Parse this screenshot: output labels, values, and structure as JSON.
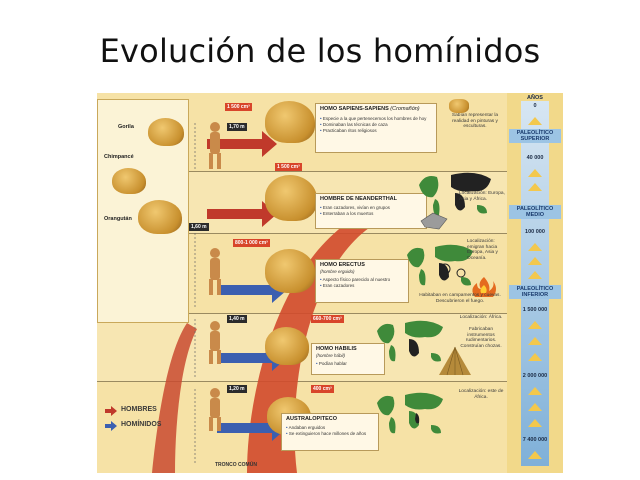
{
  "title": "Evolución de los homínidos",
  "apes": {
    "gorila": "Gorila",
    "chimpance": "Chimpancé",
    "orangutan": "Orangután"
  },
  "scale": {
    "header": "AÑOS",
    "zero": "0",
    "periods": [
      "PALEOLÍTICO SUPERIOR",
      "PALEOLÍTICO MEDIO",
      "PALEOLÍTICO INFERIOR"
    ],
    "ticks": [
      "40 000",
      "100 000",
      "1 500 000",
      "2 000 000",
      "7 400 000"
    ]
  },
  "species": [
    {
      "name": "HOMO SAPIENS-SAPIENS",
      "sub": "(Cromañón)",
      "cc": "1 500 cm³",
      "height": "1,70 m",
      "bullets": [
        "Especie a la que pertenecemos los hombres de hoy",
        "Dominaban las técnicas de caza",
        "Practicaban ritos religiosos"
      ],
      "note": "Sabían representar la realidad en pinturas y esculturas."
    },
    {
      "name": "HOMBRE DE NEANDERTHAL",
      "sub": "",
      "cc": "1 500 cm³",
      "height": "",
      "bullets": [
        "Eran cazadores, vivían en grupos",
        "Enterraban a los muertos"
      ],
      "loc": "Localización: Europa, Asia y África."
    },
    {
      "name": "HOMO ERECTUS",
      "sub": "(hombre erguido)",
      "cc": "800-1 000 cm³",
      "height": "1,60 m",
      "bullets": [
        "Aspecto físico parecido al nuestro",
        "Eran cazadores"
      ],
      "loc": "Localización: emigran hacia Europa, Asia y Oceanía.",
      "note": "Habitaban en campamentos y cuevas. Descubrieron el fuego."
    },
    {
      "name": "HOMO HABILIS",
      "sub": "(hombre hábil)",
      "cc": "660-700 cm³",
      "height": "1,40 m",
      "bullets": [
        "Podían hablar"
      ],
      "loc": "Localización: África.",
      "note": "Fabricaban instrumentos rudimentarios. Construían chozas."
    },
    {
      "name": "AUSTRALOPITECO",
      "sub": "",
      "cc": "400 cm³",
      "height": "1,20 m",
      "bullets": [
        "Andaban erguidos",
        "Se extinguieron hace millones de años"
      ],
      "loc": "Localización: este de África."
    }
  ],
  "legend": {
    "hombres": "HOMBRES",
    "hominidos": "HOMÍNIDOS"
  },
  "footer": "TRONCO COMÚN",
  "colors": {
    "hombres_arrow": "#c0392b",
    "hominidos_arrow": "#3b5fb0",
    "panel": "#f7e6b0",
    "map_land": "#3f8a3a",
    "map_africa": "#222222"
  }
}
